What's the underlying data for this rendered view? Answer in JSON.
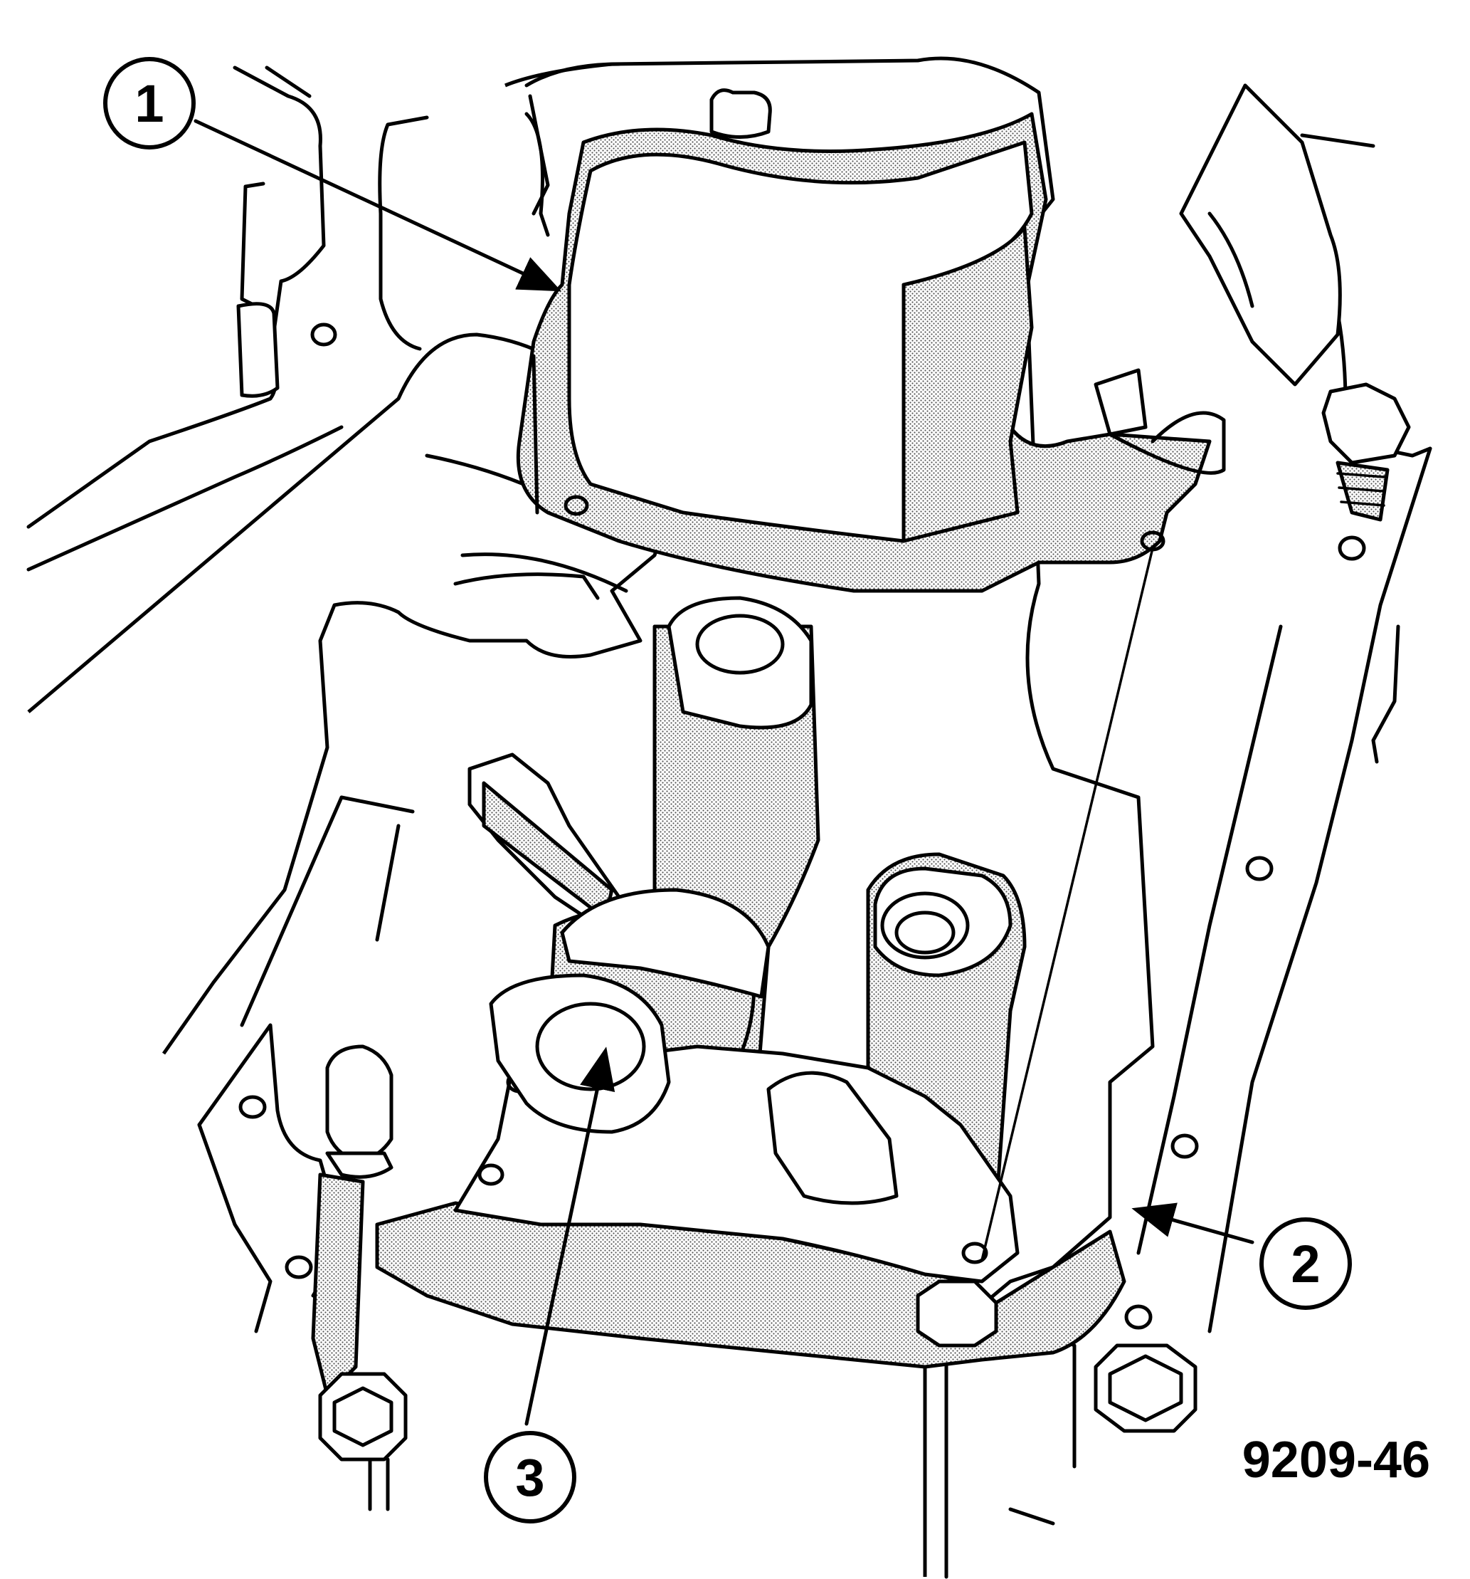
{
  "callouts": [
    {
      "label": "1"
    },
    {
      "label": "2"
    },
    {
      "label": "3"
    }
  ],
  "figure_id": "9209-46",
  "colors": {
    "ink": "#000000",
    "paper": "#ffffff",
    "stipple": "#8a8a8a"
  }
}
